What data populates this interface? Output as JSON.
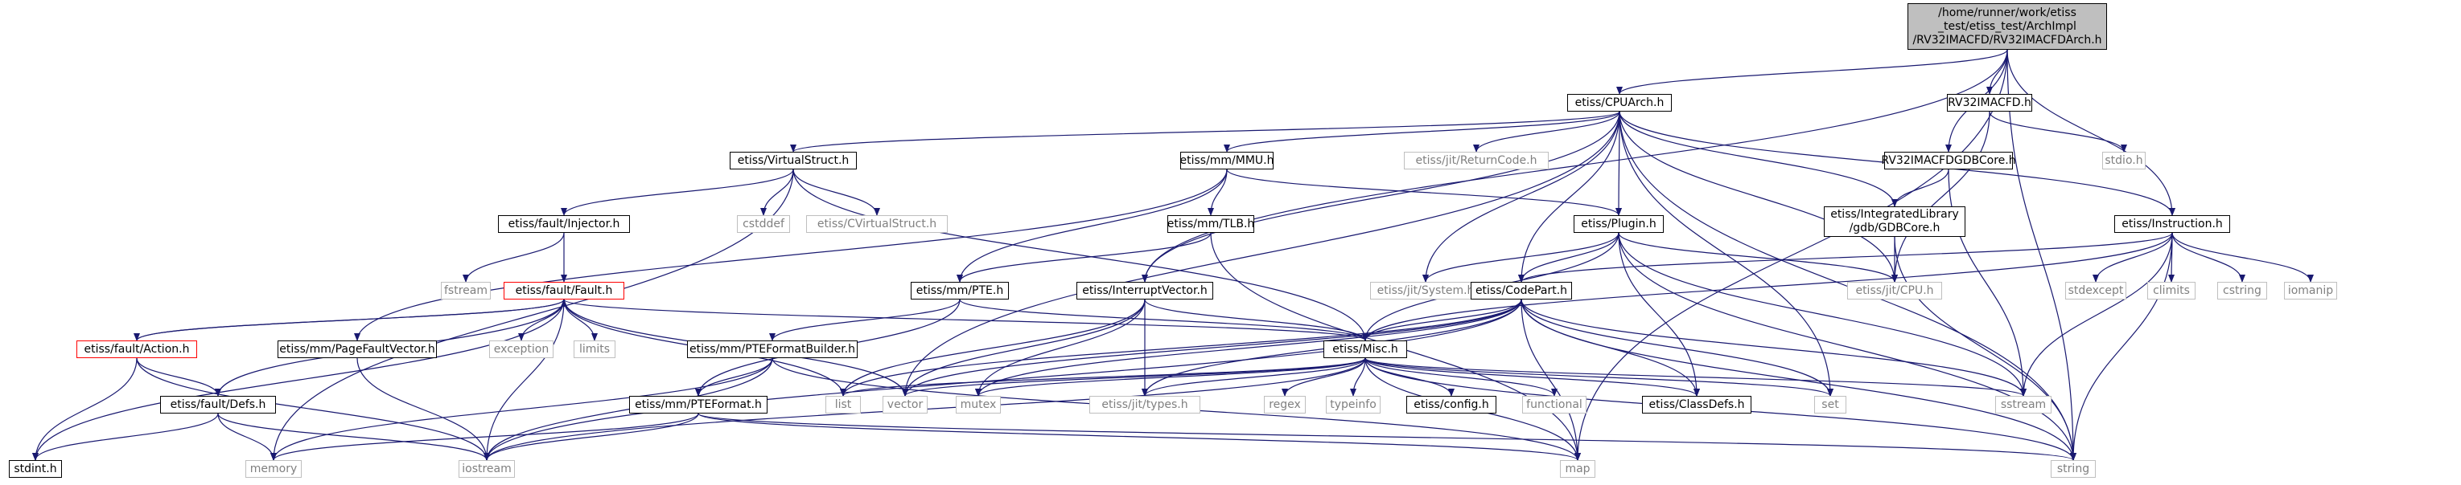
{
  "colors": {
    "edge": "#191970",
    "node_border": "#000000",
    "system_border": "#bfbfbf",
    "system_text": "#808080",
    "missing_border": "#ff0000",
    "root_fill": "#bfbfbf"
  },
  "nodes": [
    {
      "id": "root",
      "label": "/home/runner/work/etiss\n_test/etiss_test/ArchImpl\n/RV32IMACFD/RV32IMACFDArch.h",
      "kind": "root"
    },
    {
      "id": "cpuarch",
      "label": "etiss/CPUArch.h",
      "kind": "doc"
    },
    {
      "id": "rv32h",
      "label": "RV32IMACFD.h",
      "kind": "doc"
    },
    {
      "id": "stdio",
      "label": "stdio.h",
      "kind": "sys"
    },
    {
      "id": "gdbcore",
      "label": "RV32IMACFDGDBCore.h",
      "kind": "doc"
    },
    {
      "id": "vstruct",
      "label": "etiss/VirtualStruct.h",
      "kind": "doc"
    },
    {
      "id": "mmu",
      "label": "etiss/mm/MMU.h",
      "kind": "doc"
    },
    {
      "id": "retcode",
      "label": "etiss/jit/ReturnCode.h",
      "kind": "sys"
    },
    {
      "id": "intlib",
      "label": "etiss/IntegratedLibrary\n/gdb/GDBCore.h",
      "kind": "doc"
    },
    {
      "id": "instr",
      "label": "etiss/Instruction.h",
      "kind": "doc"
    },
    {
      "id": "injector",
      "label": "etiss/fault/Injector.h",
      "kind": "doc"
    },
    {
      "id": "cstddef",
      "label": "cstddef",
      "kind": "sys"
    },
    {
      "id": "cvstruct",
      "label": "etiss/CVirtualStruct.h",
      "kind": "sys"
    },
    {
      "id": "tlb",
      "label": "etiss/mm/TLB.h",
      "kind": "doc"
    },
    {
      "id": "plugin",
      "label": "etiss/Plugin.h",
      "kind": "doc"
    },
    {
      "id": "fstream",
      "label": "fstream",
      "kind": "sys"
    },
    {
      "id": "fault",
      "label": "etiss/fault/Fault.h",
      "kind": "red"
    },
    {
      "id": "pte",
      "label": "etiss/mm/PTE.h",
      "kind": "doc"
    },
    {
      "id": "intvec",
      "label": "etiss/InterruptVector.h",
      "kind": "doc"
    },
    {
      "id": "system",
      "label": "etiss/jit/System.h",
      "kind": "sys"
    },
    {
      "id": "codepart",
      "label": "etiss/CodePart.h",
      "kind": "doc"
    },
    {
      "id": "cpu",
      "label": "etiss/jit/CPU.h",
      "kind": "sys"
    },
    {
      "id": "stdexcept",
      "label": "stdexcept",
      "kind": "sys"
    },
    {
      "id": "climits",
      "label": "climits",
      "kind": "sys"
    },
    {
      "id": "cstring",
      "label": "cstring",
      "kind": "sys"
    },
    {
      "id": "iomanip",
      "label": "iomanip",
      "kind": "sys"
    },
    {
      "id": "action",
      "label": "etiss/fault/Action.h",
      "kind": "red"
    },
    {
      "id": "pfv",
      "label": "etiss/mm/PageFaultVector.h",
      "kind": "doc"
    },
    {
      "id": "exception",
      "label": "exception",
      "kind": "sys"
    },
    {
      "id": "limits",
      "label": "limits",
      "kind": "sys"
    },
    {
      "id": "ptefb",
      "label": "etiss/mm/PTEFormatBuilder.h",
      "kind": "doc"
    },
    {
      "id": "misc",
      "label": "etiss/Misc.h",
      "kind": "doc"
    },
    {
      "id": "faultdefs",
      "label": "etiss/fault/Defs.h",
      "kind": "doc"
    },
    {
      "id": "ptefmt",
      "label": "etiss/mm/PTEFormat.h",
      "kind": "doc"
    },
    {
      "id": "list",
      "label": "list",
      "kind": "sys"
    },
    {
      "id": "vector",
      "label": "vector",
      "kind": "sys"
    },
    {
      "id": "mutex",
      "label": "mutex",
      "kind": "sys"
    },
    {
      "id": "types",
      "label": "etiss/jit/types.h",
      "kind": "sys"
    },
    {
      "id": "regex",
      "label": "regex",
      "kind": "sys"
    },
    {
      "id": "typeinfo",
      "label": "typeinfo",
      "kind": "sys"
    },
    {
      "id": "config",
      "label": "etiss/config.h",
      "kind": "doc"
    },
    {
      "id": "functional",
      "label": "functional",
      "kind": "sys"
    },
    {
      "id": "classdefs",
      "label": "etiss/ClassDefs.h",
      "kind": "doc"
    },
    {
      "id": "set",
      "label": "set",
      "kind": "sys"
    },
    {
      "id": "sstream",
      "label": "sstream",
      "kind": "sys"
    },
    {
      "id": "stdint",
      "label": "stdint.h",
      "kind": "doc"
    },
    {
      "id": "memory",
      "label": "memory",
      "kind": "sys"
    },
    {
      "id": "iostream",
      "label": "iostream",
      "kind": "sys"
    },
    {
      "id": "map",
      "label": "map",
      "kind": "sys"
    },
    {
      "id": "string",
      "label": "string",
      "kind": "sys"
    }
  ],
  "edges": [
    [
      "root",
      "cpuarch"
    ],
    [
      "root",
      "rv32h"
    ],
    [
      "root",
      "gdbcore"
    ],
    [
      "root",
      "instr"
    ],
    [
      "root",
      "intvec"
    ],
    [
      "root",
      "map"
    ],
    [
      "root",
      "string"
    ],
    [
      "rv32h",
      "stdio"
    ],
    [
      "rv32h",
      "cpu"
    ],
    [
      "gdbcore",
      "intlib"
    ],
    [
      "gdbcore",
      "sstream"
    ],
    [
      "cpuarch",
      "vstruct"
    ],
    [
      "cpuarch",
      "mmu"
    ],
    [
      "cpuarch",
      "retcode"
    ],
    [
      "cpuarch",
      "intlib"
    ],
    [
      "cpuarch",
      "instr"
    ],
    [
      "cpuarch",
      "plugin"
    ],
    [
      "cpuarch",
      "codepart"
    ],
    [
      "cpuarch",
      "cpu"
    ],
    [
      "cpuarch",
      "system"
    ],
    [
      "cpuarch",
      "intvec"
    ],
    [
      "cpuarch",
      "set"
    ],
    [
      "cpuarch",
      "string"
    ],
    [
      "cpuarch",
      "vector"
    ],
    [
      "vstruct",
      "injector"
    ],
    [
      "vstruct",
      "cstddef"
    ],
    [
      "vstruct",
      "cvstruct"
    ],
    [
      "vstruct",
      "misc"
    ],
    [
      "vstruct",
      "memory"
    ],
    [
      "mmu",
      "tlb"
    ],
    [
      "mmu",
      "pte"
    ],
    [
      "mmu",
      "pfv"
    ],
    [
      "mmu",
      "plugin"
    ],
    [
      "intlib",
      "cpu"
    ],
    [
      "intlib",
      "string"
    ],
    [
      "instr",
      "codepart"
    ],
    [
      "instr",
      "misc"
    ],
    [
      "instr",
      "stdexcept"
    ],
    [
      "instr",
      "climits"
    ],
    [
      "instr",
      "cstring"
    ],
    [
      "instr",
      "iomanip"
    ],
    [
      "instr",
      "sstream"
    ],
    [
      "instr",
      "string"
    ],
    [
      "injector",
      "fault"
    ],
    [
      "injector",
      "fstream"
    ],
    [
      "tlb",
      "pte"
    ],
    [
      "tlb",
      "map"
    ],
    [
      "plugin",
      "codepart"
    ],
    [
      "plugin",
      "classdefs"
    ],
    [
      "plugin",
      "system"
    ],
    [
      "plugin",
      "cpu"
    ],
    [
      "plugin",
      "sstream"
    ],
    [
      "plugin",
      "string"
    ],
    [
      "plugin",
      "misc"
    ],
    [
      "fault",
      "action"
    ],
    [
      "fault",
      "faultdefs"
    ],
    [
      "fault",
      "exception"
    ],
    [
      "fault",
      "limits"
    ],
    [
      "fault",
      "misc"
    ],
    [
      "fault",
      "list"
    ],
    [
      "fault",
      "vector"
    ],
    [
      "fault",
      "iostream"
    ],
    [
      "fault",
      "stdint"
    ],
    [
      "pte",
      "ptefb"
    ],
    [
      "pte",
      "ptefmt"
    ],
    [
      "pte",
      "misc"
    ],
    [
      "intvec",
      "misc"
    ],
    [
      "intvec",
      "types"
    ],
    [
      "intvec",
      "mutex"
    ],
    [
      "intvec",
      "vector"
    ],
    [
      "intvec",
      "list"
    ],
    [
      "codepart",
      "misc"
    ],
    [
      "codepart",
      "classdefs"
    ],
    [
      "codepart",
      "set"
    ],
    [
      "codepart",
      "sstream"
    ],
    [
      "codepart",
      "list"
    ],
    [
      "codepart",
      "vector"
    ],
    [
      "codepart",
      "types"
    ],
    [
      "codepart",
      "map"
    ],
    [
      "codepart",
      "string"
    ],
    [
      "codepart",
      "mutex"
    ],
    [
      "codepart",
      "iostream"
    ],
    [
      "action",
      "fault"
    ],
    [
      "action",
      "faultdefs"
    ],
    [
      "action",
      "stdint"
    ],
    [
      "action",
      "iostream"
    ],
    [
      "pfv",
      "iostream"
    ],
    [
      "ptefb",
      "ptefmt"
    ],
    [
      "ptefb",
      "iostream"
    ],
    [
      "ptefb",
      "memory"
    ],
    [
      "ptefb",
      "map"
    ],
    [
      "misc",
      "list"
    ],
    [
      "misc",
      "vector"
    ],
    [
      "misc",
      "mutex"
    ],
    [
      "misc",
      "types"
    ],
    [
      "misc",
      "regex"
    ],
    [
      "misc",
      "typeinfo"
    ],
    [
      "misc",
      "config"
    ],
    [
      "misc",
      "functional"
    ],
    [
      "misc",
      "classdefs"
    ],
    [
      "misc",
      "set"
    ],
    [
      "misc",
      "sstream"
    ],
    [
      "misc",
      "map"
    ],
    [
      "misc",
      "string"
    ],
    [
      "misc",
      "iostream"
    ],
    [
      "faultdefs",
      "stdint"
    ],
    [
      "faultdefs",
      "memory"
    ],
    [
      "faultdefs",
      "iostream"
    ],
    [
      "ptefmt",
      "iostream"
    ],
    [
      "ptefmt",
      "map"
    ],
    [
      "ptefmt",
      "memory"
    ],
    [
      "ptefmt",
      "string"
    ]
  ]
}
